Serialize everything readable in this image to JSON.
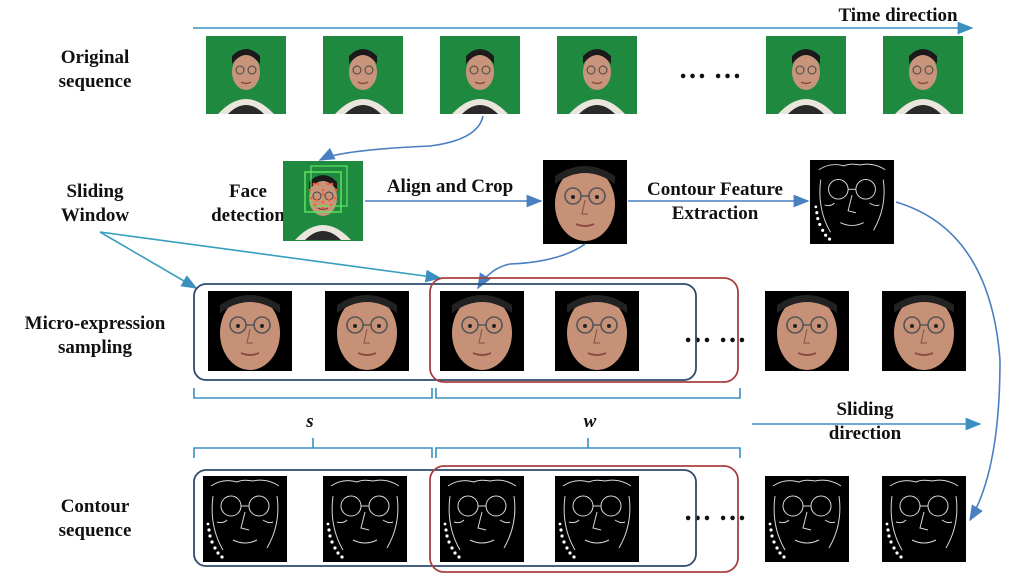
{
  "labels": {
    "time_direction": "Time direction",
    "original_sequence": "Original\nsequence",
    "sliding_window": "Sliding\nWindow",
    "face_detection": "Face\ndetection",
    "align_crop": "Align and Crop",
    "contour_feature": "Contour Feature\nExtraction",
    "micro_expression": "Micro-expression\nsampling",
    "contour_sequence": "Contour\nsequence",
    "sliding_direction": "Sliding\ndirection",
    "s": "s",
    "w": "w",
    "ellipsis": "… …"
  },
  "colors": {
    "arrow": "#4a7fc1",
    "window_blue": "#2f4a6e",
    "window_red": "#a8403f",
    "bracket": "#3a8fbf",
    "green_screen": "#1f8a3f"
  }
}
